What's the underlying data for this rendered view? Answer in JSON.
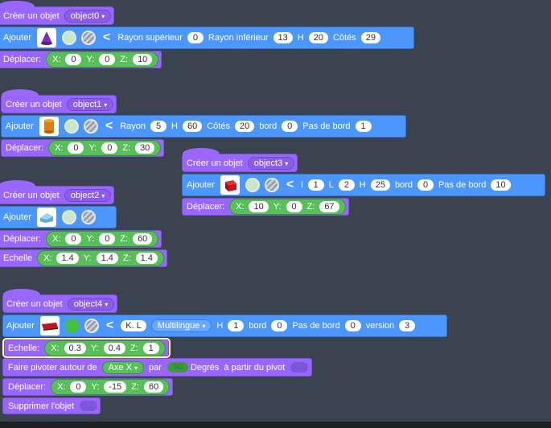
{
  "common": {
    "create": "Créer un objet",
    "add": "Ajouter",
    "move": "Déplacer:",
    "scale": "Echelle",
    "scale_colon": "Echelle:",
    "x": "X:",
    "y": "Y:",
    "z": "Z:",
    "chevron": "<",
    "arrow": "▾"
  },
  "obj0": {
    "name": "object0",
    "shape_labels": [
      "Rayon supérieur",
      "Rayon inférieur",
      "H",
      "Côtés"
    ],
    "shape_values": [
      "0",
      "13",
      "20",
      "29"
    ],
    "move": [
      "0",
      "0",
      "10"
    ]
  },
  "obj1": {
    "name": "object1",
    "shape_labels": [
      "Rayon",
      "H",
      "Côtés",
      "bord",
      "Pas de bord"
    ],
    "shape_values": [
      "5",
      "60",
      "20",
      "0",
      "1"
    ],
    "move": [
      "0",
      "0",
      "30"
    ]
  },
  "obj2": {
    "name": "object2",
    "move": [
      "0",
      "0",
      "60"
    ],
    "scale": [
      "1.4",
      "1.4",
      "1.4"
    ]
  },
  "obj3": {
    "name": "object3",
    "shape_labels": [
      "l",
      "L",
      "H",
      "bord",
      "Pas de bord"
    ],
    "shape_values": [
      "1",
      "2",
      "25",
      "0",
      "10"
    ],
    "move": [
      "10",
      "0",
      "67"
    ]
  },
  "obj4": {
    "name": "object4",
    "text_value": "K. L",
    "font": "Multilingue",
    "shape_labels": [
      "H",
      "bord",
      "Pas de bord",
      "version"
    ],
    "shape_values": [
      "1",
      "0",
      "0",
      "3"
    ],
    "scale": [
      "0.3",
      "0.4",
      "1"
    ],
    "rotate_label": "Faire pivoter autour de",
    "axis": "Axe X",
    "by": "par",
    "degrees_value": "90",
    "degrees": "Degrés",
    "from_pivot": "à partir du pivot",
    "move": [
      "0",
      "-15",
      "60"
    ],
    "delete": "Supprimer l'objet"
  }
}
